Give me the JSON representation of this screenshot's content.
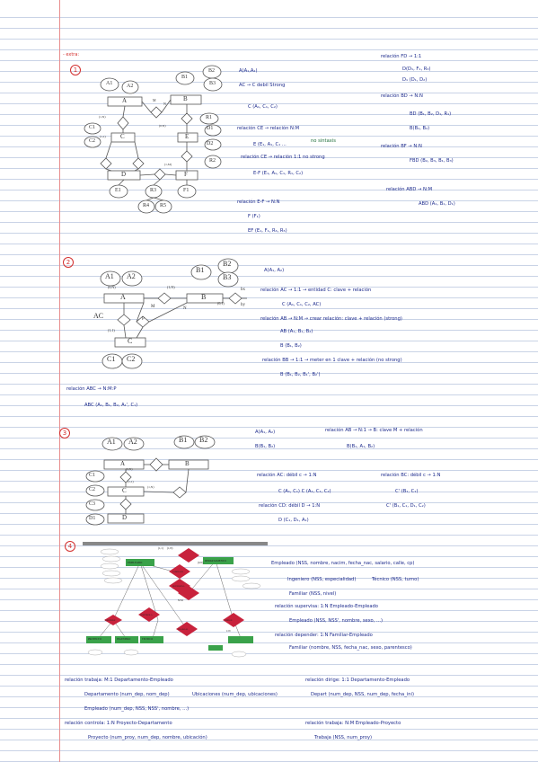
{
  "header": {
    "title": "- extra:"
  },
  "sections": [
    {
      "number": "1",
      "notes": [
        {
          "t": "A(A₁,A₂)",
          "c": ""
        },
        {
          "t": "AC → C debil Strong",
          "c": ""
        },
        {
          "t": "C (A₁, C₁, C₂)",
          "c": ""
        },
        {
          "t": "relación CE → relación N:M",
          "c": ""
        },
        {
          "t": "E (E₁, A₁, C₁ ...",
          "c": ""
        },
        {
          "t": "no sintaxis",
          "c": "green"
        },
        {
          "t": "relación CE → relación 1:1 no strong",
          "c": ""
        },
        {
          "t": "E-F (E₁, A₁, C₁, R₁, C₂)",
          "c": ""
        },
        {
          "t": "relación E-F → N:N",
          "c": ""
        },
        {
          "t": "F (F₁)",
          "c": ""
        },
        {
          "t": "EF (E₁, F₁, R₃, R₅)",
          "c": ""
        },
        {
          "t": "relación FD → 1:1",
          "c": ""
        },
        {
          "t": "D(D₁, F₁, R₃)",
          "c": ""
        },
        {
          "t": "D₁ (D₁, D₂)",
          "c": ""
        },
        {
          "t": "relación BD → N:N",
          "c": ""
        },
        {
          "t": "BD (B₁, B₂, D₁, R₁)",
          "c": ""
        },
        {
          "t": "B(B₁, B₂)",
          "c": ""
        },
        {
          "t": "relación BF → N:N",
          "c": ""
        },
        {
          "t": "FBD (B₂, B₃, B₁, B₃)",
          "c": ""
        },
        {
          "t": "relación ABD → N:M",
          "c": ""
        },
        {
          "t": "ABD (A₁, B₁, D₁)",
          "c": ""
        }
      ]
    },
    {
      "number": "2",
      "notes": [
        {
          "t": "A(A₁, A₂)",
          "c": ""
        },
        {
          "t": "relación AC → 1:1 → entidad C: clave + relación",
          "c": ""
        },
        {
          "t": "C (A₁, C₁, C₂, AC)",
          "c": ""
        },
        {
          "t": "relación AB → N:M → crear relación: clave + relación (strong)",
          "c": ""
        },
        {
          "t": "AB (A₁, B₁, B₂)",
          "c": ""
        },
        {
          "t": "B (B₁, B₂)",
          "c": ""
        },
        {
          "t": "relación BB → 1:1 → meter en 1 clave + relación (no strong)",
          "c": ""
        },
        {
          "t": "B (B₁, B₂, B₁', B₂')",
          "c": ""
        },
        {
          "t": "relación ABC → N:M:P",
          "c": ""
        },
        {
          "t": "ABC (A₁, B₁, B₂, A₁', C₁)",
          "c": ""
        }
      ]
    },
    {
      "number": "3",
      "notes": [
        {
          "t": "A(A₁, A₂)",
          "c": ""
        },
        {
          "t": "relación AB → N:1 → B: clave M + relación",
          "c": ""
        },
        {
          "t": "B(B₁, B₂)",
          "c": ""
        },
        {
          "t": "B(B₁, A₁, B₂)",
          "c": ""
        },
        {
          "t": "relación AC: débil c → 1:N",
          "c": ""
        },
        {
          "t": "relación BC: débil c → 1:N",
          "c": ""
        },
        {
          "t": "C (A₁, C₁) C (A₁, C₁, C₂)",
          "c": ""
        },
        {
          "t": "C' (B₁, C₁)",
          "c": ""
        },
        {
          "t": "relación CD: débil D → 1:N",
          "c": ""
        },
        {
          "t": "C' (B₁, C₁, D₁, C₂)",
          "c": ""
        },
        {
          "t": "D (C₁, D₁, A₁)",
          "c": ""
        }
      ]
    },
    {
      "number": "4",
      "notes": [
        {
          "t": "Empleado (NSS, nombre, nacim, fecha_nac, salario, calle, cp)",
          "c": ""
        },
        {
          "t": "Ingeniero (NSS, especialidad)",
          "c": ""
        },
        {
          "t": "Técnico (NSS, turno)",
          "c": ""
        },
        {
          "t": "Familiar (NSS, nivel)",
          "c": ""
        },
        {
          "t": "relación supervisa: 1:N Empleado-Empleado",
          "c": ""
        },
        {
          "t": "Empleado (NSS, NSS', nombre, sexo, ...)",
          "c": ""
        },
        {
          "t": "relación depender: 1:N Familiar-Empleado",
          "c": ""
        },
        {
          "t": "Familiar (nombre, NSS, fecha_nac, sexo, parentesco)",
          "c": ""
        },
        {
          "t": "relación trabaja: M:1 Departamento-Empleado",
          "c": ""
        },
        {
          "t": "Departamento (num_dep, nom_dep)",
          "c": ""
        },
        {
          "t": "Ubicaciones (num_dep, ubicaciones)",
          "c": ""
        },
        {
          "t": "Empleado (num_dep, NSS, NSS', nombre, ...)",
          "c": ""
        },
        {
          "t": "relación controla: 1:N Proyecto-Departamento",
          "c": ""
        },
        {
          "t": "Proyecto (num_proy, num_dep, nombre, ubicación)",
          "c": ""
        },
        {
          "t": "relación dirige: 1:1 Departamento-Empleado",
          "c": ""
        },
        {
          "t": "Depart (num_dep, NSS, num_dep, fecha_ini)",
          "c": ""
        },
        {
          "t": "relación trabaja: N:M Empleado-Proyecto",
          "c": ""
        },
        {
          "t": "Trabaja (NSS, num_proy)",
          "c": ""
        }
      ]
    }
  ],
  "diagram_labels": {
    "d1": [
      "A1",
      "A2",
      "B1",
      "B2",
      "B3",
      "C1",
      "C2",
      "D1",
      "D2",
      "R1",
      "R2",
      "E1",
      "F1",
      "R3",
      "R4",
      "R5",
      "A",
      "B",
      "C",
      "D",
      "E",
      "F",
      "N",
      "M",
      "(1,N)",
      "(1,1)",
      "(0,N)",
      "(1,M)"
    ],
    "d2": [
      "A1",
      "A2",
      "B1",
      "B2",
      "B3",
      "A",
      "B",
      "C",
      "C1",
      "C2",
      "AC",
      "M",
      "N",
      "P",
      "bx",
      "by",
      "(0,N)",
      "(1,N)",
      "(1,1)",
      "(0,1)"
    ],
    "d3": [
      "A1",
      "A2",
      "B1",
      "B2",
      "A",
      "B",
      "C",
      "D",
      "C1",
      "C2",
      "C3",
      "D1",
      "(0,N)",
      "(1,1)",
      "(1,N)"
    ],
    "d4": [
      "EMPLEADO",
      "DEPARTAMENTO",
      "PROYECTO",
      "INGENIERO",
      "TECNICO",
      "FAMILIAR",
      "SUPERVISA",
      "TRABAJA",
      "DIRIGE",
      "CONTROLA",
      "DEPENDE",
      "(1,1)",
      "(1,N)",
      "(0,N)",
      "N:M",
      "1:N"
    ]
  }
}
